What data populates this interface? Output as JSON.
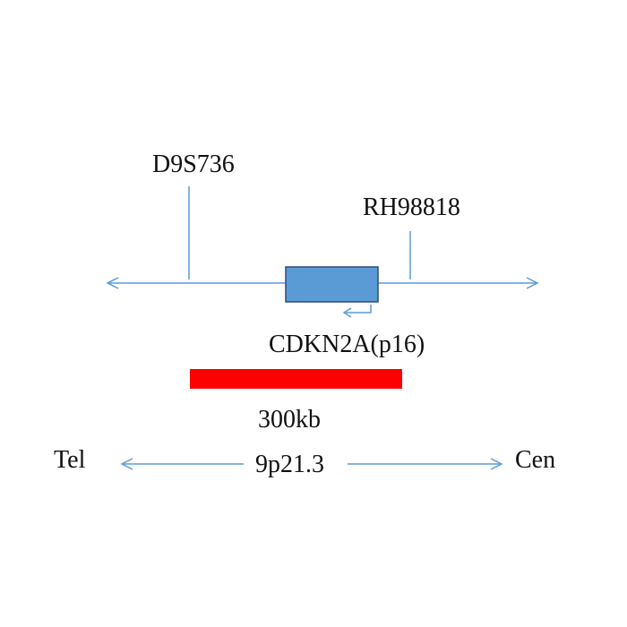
{
  "markers": {
    "left": "D9S736",
    "right": "RH98818"
  },
  "gene": {
    "name": "CDKN2A(p16)"
  },
  "region": {
    "size": "300kb"
  },
  "band": {
    "label": "9p21.3",
    "tel": "Tel",
    "cen": "Cen"
  },
  "colors": {
    "line": "#5b9bd5",
    "gene_fill": "#5b9bd5",
    "gene_stroke": "#2e4a7a",
    "region": "#ff0000",
    "text": "#111111"
  }
}
